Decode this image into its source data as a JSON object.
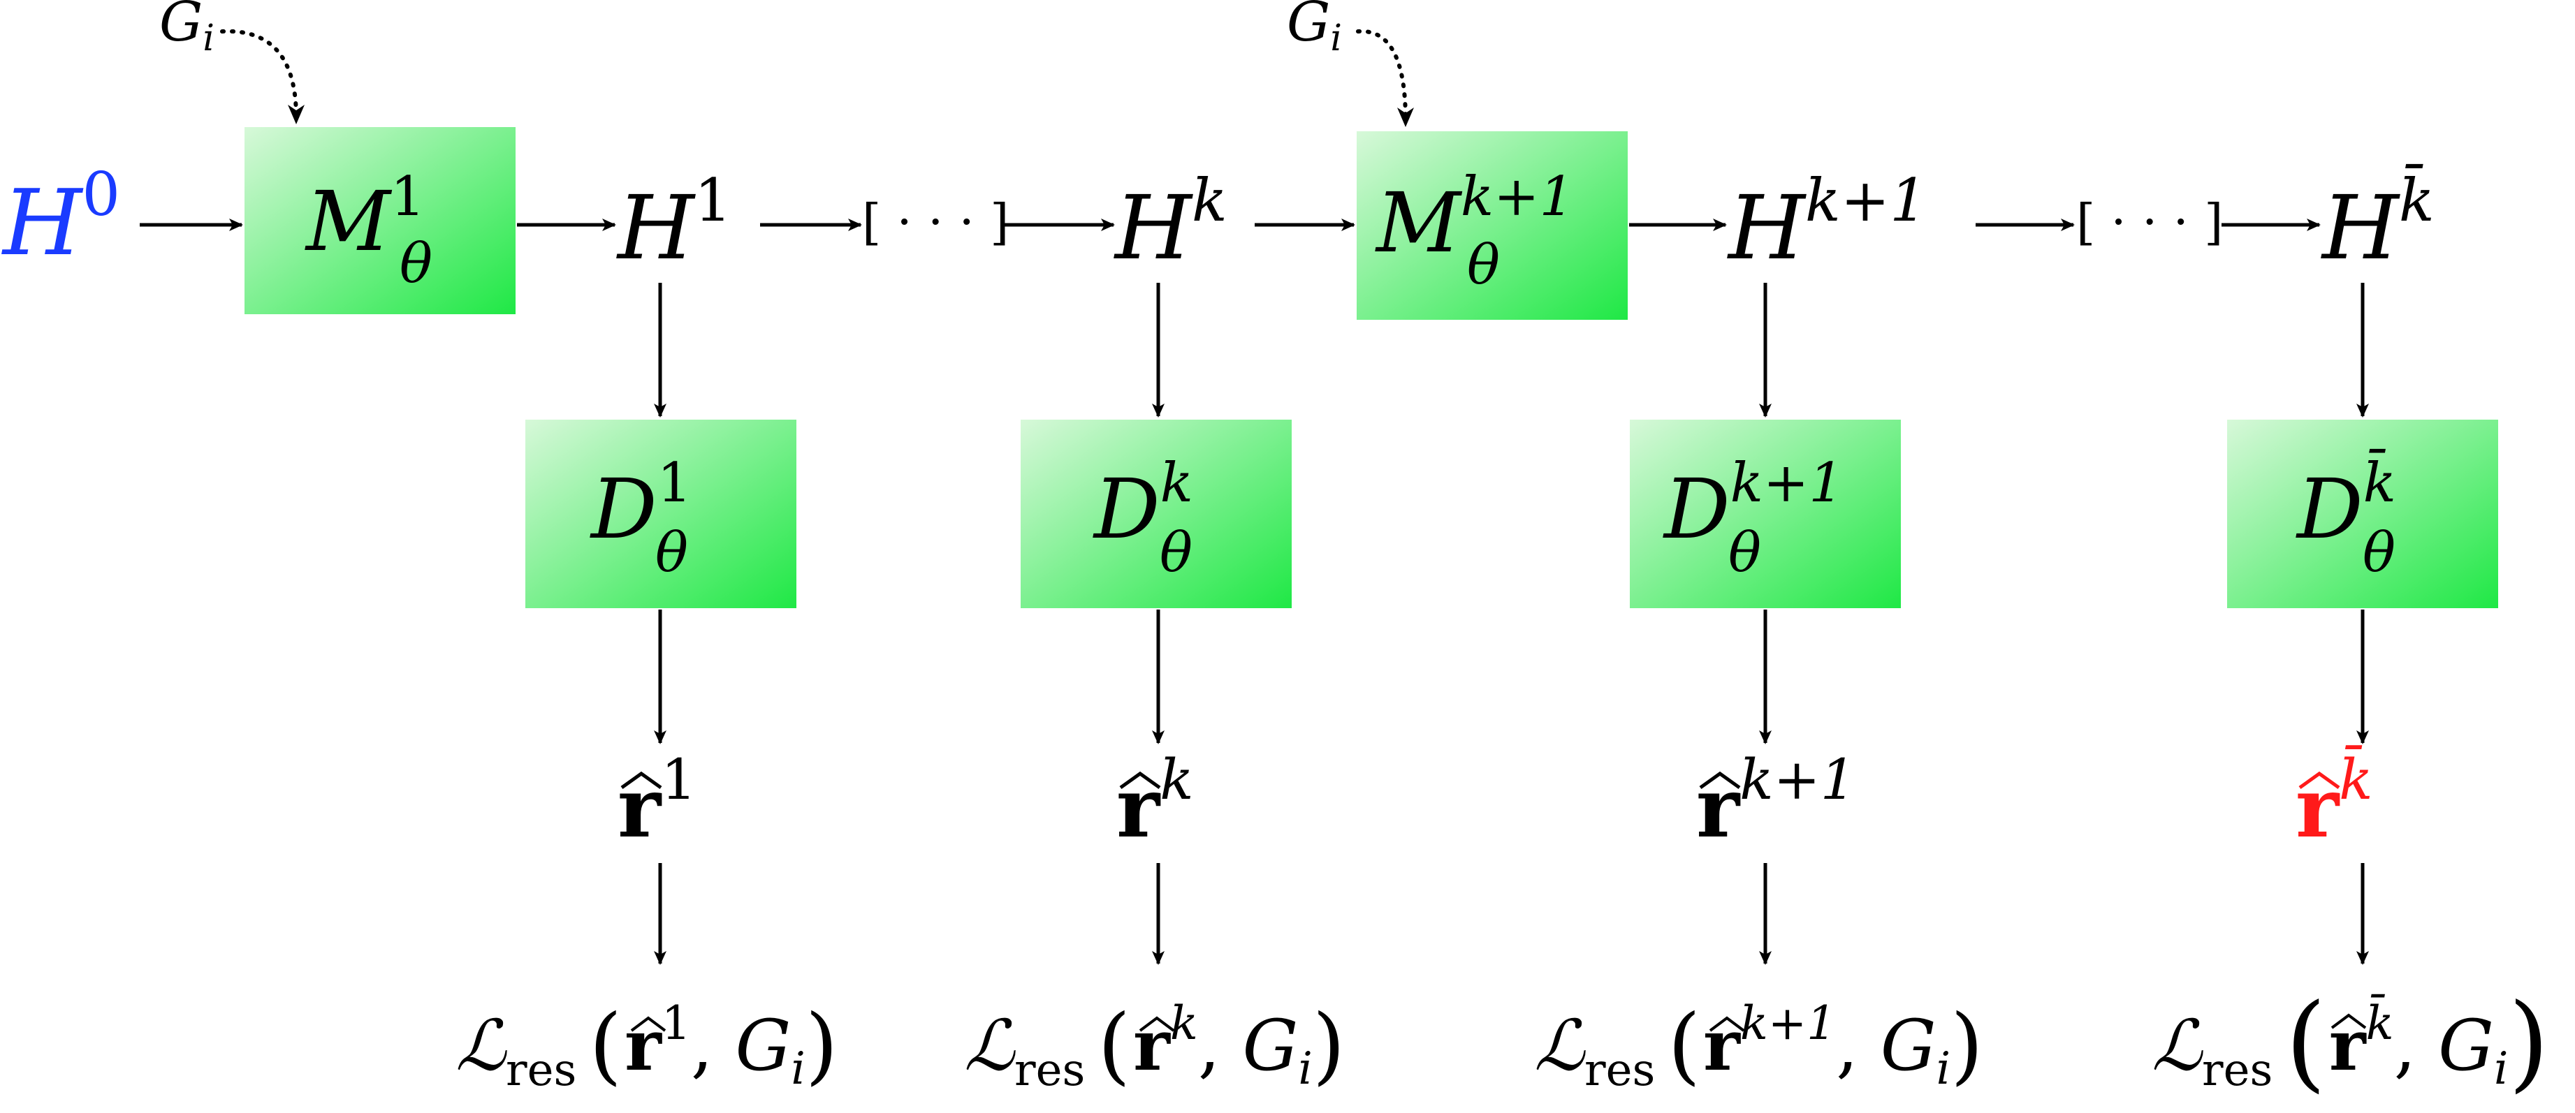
{
  "colors": {
    "input_state": "#1a3bff",
    "final_output": "#ff1a1a",
    "box_light": "#d7f8d9",
    "box_dark": "#1fe845",
    "text": "#000000"
  },
  "graph_label": "G",
  "graph_index": "i",
  "ellipsis": "[ · · · ]",
  "loss_symbol": "ℒ",
  "loss_subscript": "res",
  "residual_symbol": "r",
  "state_symbol": "H",
  "theta": "θ",
  "input_state": {
    "symbol": "H",
    "superscript": "0"
  },
  "modules": [
    {
      "symbol": "M",
      "superscript": "1"
    },
    {
      "symbol": "M",
      "superscript": "k+1"
    }
  ],
  "columns": [
    {
      "superscript": "1",
      "decoder": "D",
      "highlight": false
    },
    {
      "superscript": "k",
      "decoder": "D",
      "highlight": false
    },
    {
      "superscript": "k+1",
      "decoder": "D",
      "highlight": false
    },
    {
      "superscript": "k̄",
      "decoder": "D",
      "highlight": true
    }
  ]
}
